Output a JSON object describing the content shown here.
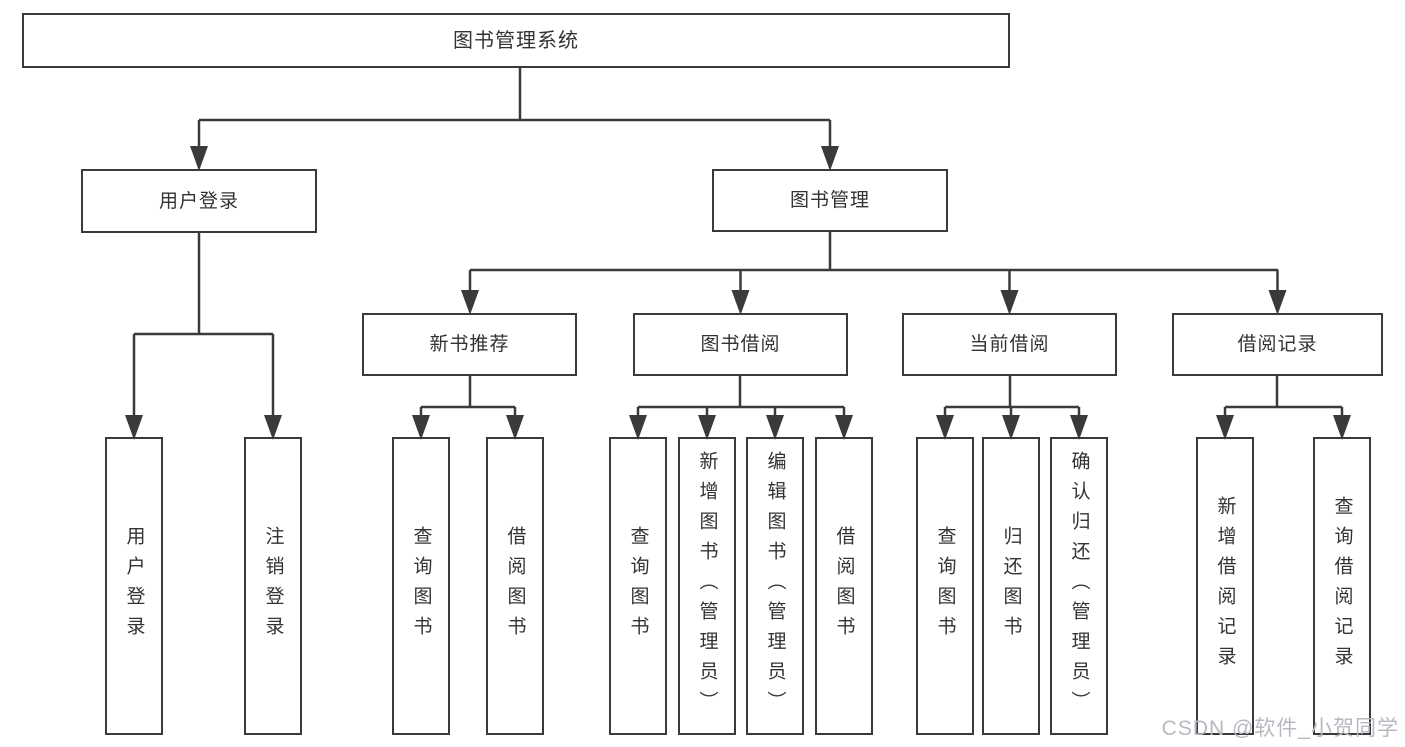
{
  "tree": {
    "label": "图书管理系统",
    "children": [
      {
        "label": "用户登录",
        "leaves": [
          "用户登录",
          "注销登录"
        ]
      },
      {
        "label": "图书管理",
        "children": [
          {
            "label": "新书推荐",
            "leaves": [
              "查询图书",
              "借阅图书"
            ]
          },
          {
            "label": "图书借阅",
            "leaves": [
              "查询图书",
              "新增图书（管理员）",
              "编辑图书（管理员）",
              "借阅图书"
            ]
          },
          {
            "label": "当前借阅",
            "leaves": [
              "查询图书",
              "归还图书",
              "确认归还（管理员）"
            ]
          },
          {
            "label": "借阅记录",
            "leaves": [
              "新增借阅记录",
              "查询借阅记录"
            ]
          }
        ]
      }
    ]
  },
  "watermark": {
    "text": "CSDN @软件_小贺同学"
  },
  "colors": {
    "line": "#3a3a3a",
    "box_border": "#3a3a3a",
    "text": "#333333",
    "background": "#ffffff",
    "watermark": "#b6b9c0"
  }
}
